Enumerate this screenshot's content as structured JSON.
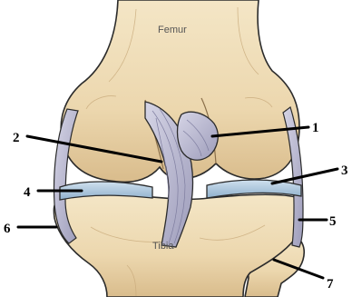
{
  "labels": {
    "femur": "Femur",
    "tibia": "Tibia"
  },
  "callouts": [
    "1",
    "2",
    "3",
    "4",
    "5",
    "6",
    "7"
  ],
  "colors": {
    "bone": "#ecd7ae",
    "bone_shadow": "#d7b98a",
    "meniscus": "#a9c4dc",
    "ligament": "#b9b8d0",
    "outline": "#2b2b2b",
    "leader": "#000000"
  }
}
